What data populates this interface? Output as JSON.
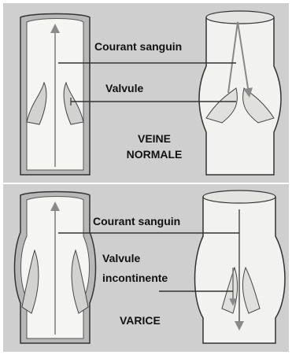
{
  "colors": {
    "panel_bg": "#cfcfcf",
    "vessel_fill": "#f4f4f2",
    "wall_fill": "#b4b4b4",
    "outline": "#3a3a3a",
    "arrow_line": "#9a9a9a",
    "text": "#111111"
  },
  "top_panel": {
    "flow_label": "Courant sanguin",
    "valve_label": "Valvule",
    "title_line1": "VEINE",
    "title_line2": "NORMALE"
  },
  "bottom_panel": {
    "flow_label": "Courant sanguin",
    "valve_label_line1": "Valvule",
    "valve_label_line2": "incontinente",
    "title": "VARICE"
  }
}
